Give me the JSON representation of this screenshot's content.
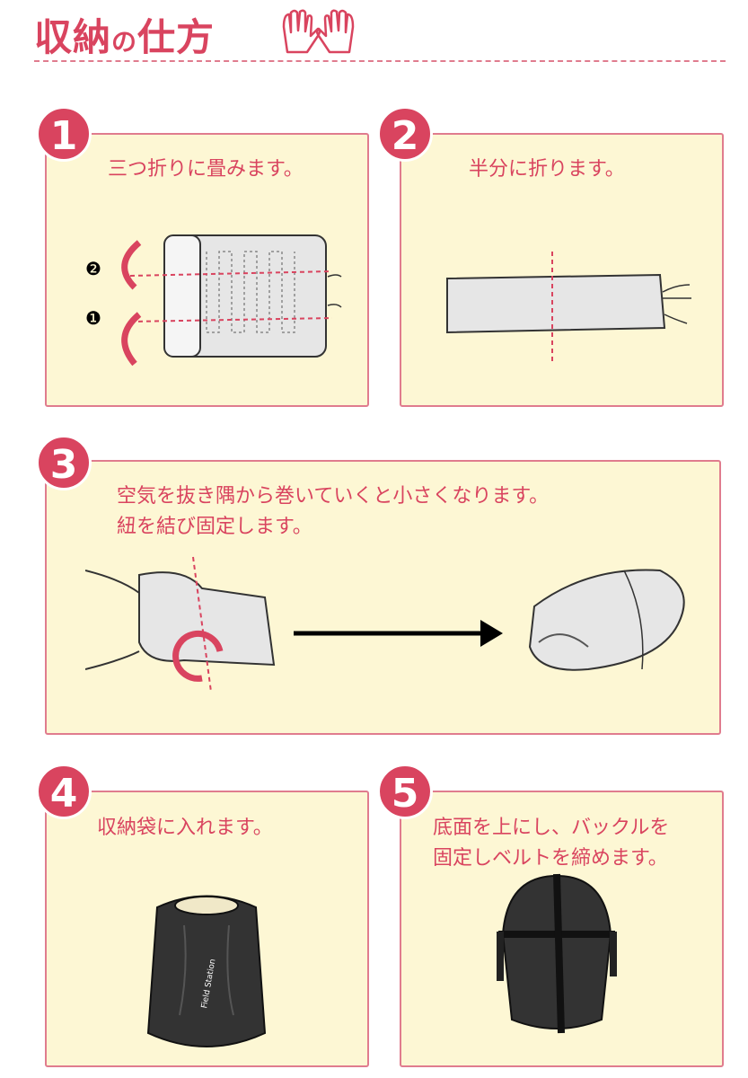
{
  "title": {
    "part1": "収納",
    "part2": "の",
    "part3": "仕方"
  },
  "colors": {
    "accent": "#d9445f",
    "panel_bg": "#fdf7d4",
    "border": "#e07c8e"
  },
  "steps": [
    {
      "number": "1",
      "caption": "三つ折りに畳みます。",
      "markers": [
        "❷",
        "❶"
      ]
    },
    {
      "number": "2",
      "caption": "半分に折ります。"
    },
    {
      "number": "3",
      "caption_lines": [
        "空気を抜き隅から巻いていくと小さくなります。",
        "紐を結び固定します。"
      ]
    },
    {
      "number": "4",
      "caption": "収納袋に入れます。",
      "bag_logo": "Field Station"
    },
    {
      "number": "5",
      "caption_lines": [
        "底面を上にし、バックルを",
        "固定しベルトを締めます。"
      ]
    }
  ]
}
